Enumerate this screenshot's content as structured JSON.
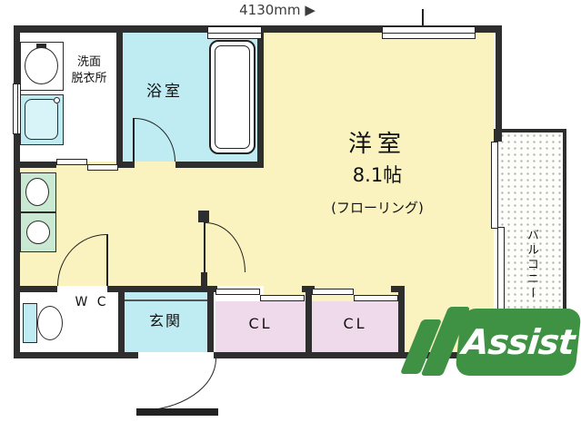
{
  "title": {
    "dimension_label": "4130mm",
    "dimension_arrow": "▶"
  },
  "rooms": {
    "washroom": {
      "line1": "洗面",
      "line2": "脱衣所"
    },
    "bathroom": {
      "label": "浴室"
    },
    "main": {
      "name": "洋室",
      "size": "8.1帖",
      "floor": "(フローリング)"
    },
    "balcony": {
      "label": "バルコニー"
    },
    "wc": {
      "label": "W C"
    },
    "entrance": {
      "label": "玄関"
    },
    "closets": [
      {
        "label": "CL"
      },
      {
        "label": "CL"
      }
    ]
  },
  "logo": {
    "text": "Assist"
  },
  "colors": {
    "wall": "#2e2e2e",
    "room_yellow": "#faf3c0",
    "bath_cyan": "#bfecf2",
    "closet_pink": "#eedaeb",
    "fixture_mint": "#c9e9d2",
    "fixture_cyan": "#bfecf2",
    "logo_green": "#3f9143"
  },
  "icons": {
    "bathtub": "rounded-rect",
    "vanity_sink": "oval",
    "washing_machine": "rounded-square",
    "kitchen_sink": "oval",
    "stove_burner": "circle",
    "toilet": "tank-and-bowl",
    "door_swing": "quarter-arc",
    "sliding_door": "offset-rects",
    "window": "double-line-rect"
  }
}
